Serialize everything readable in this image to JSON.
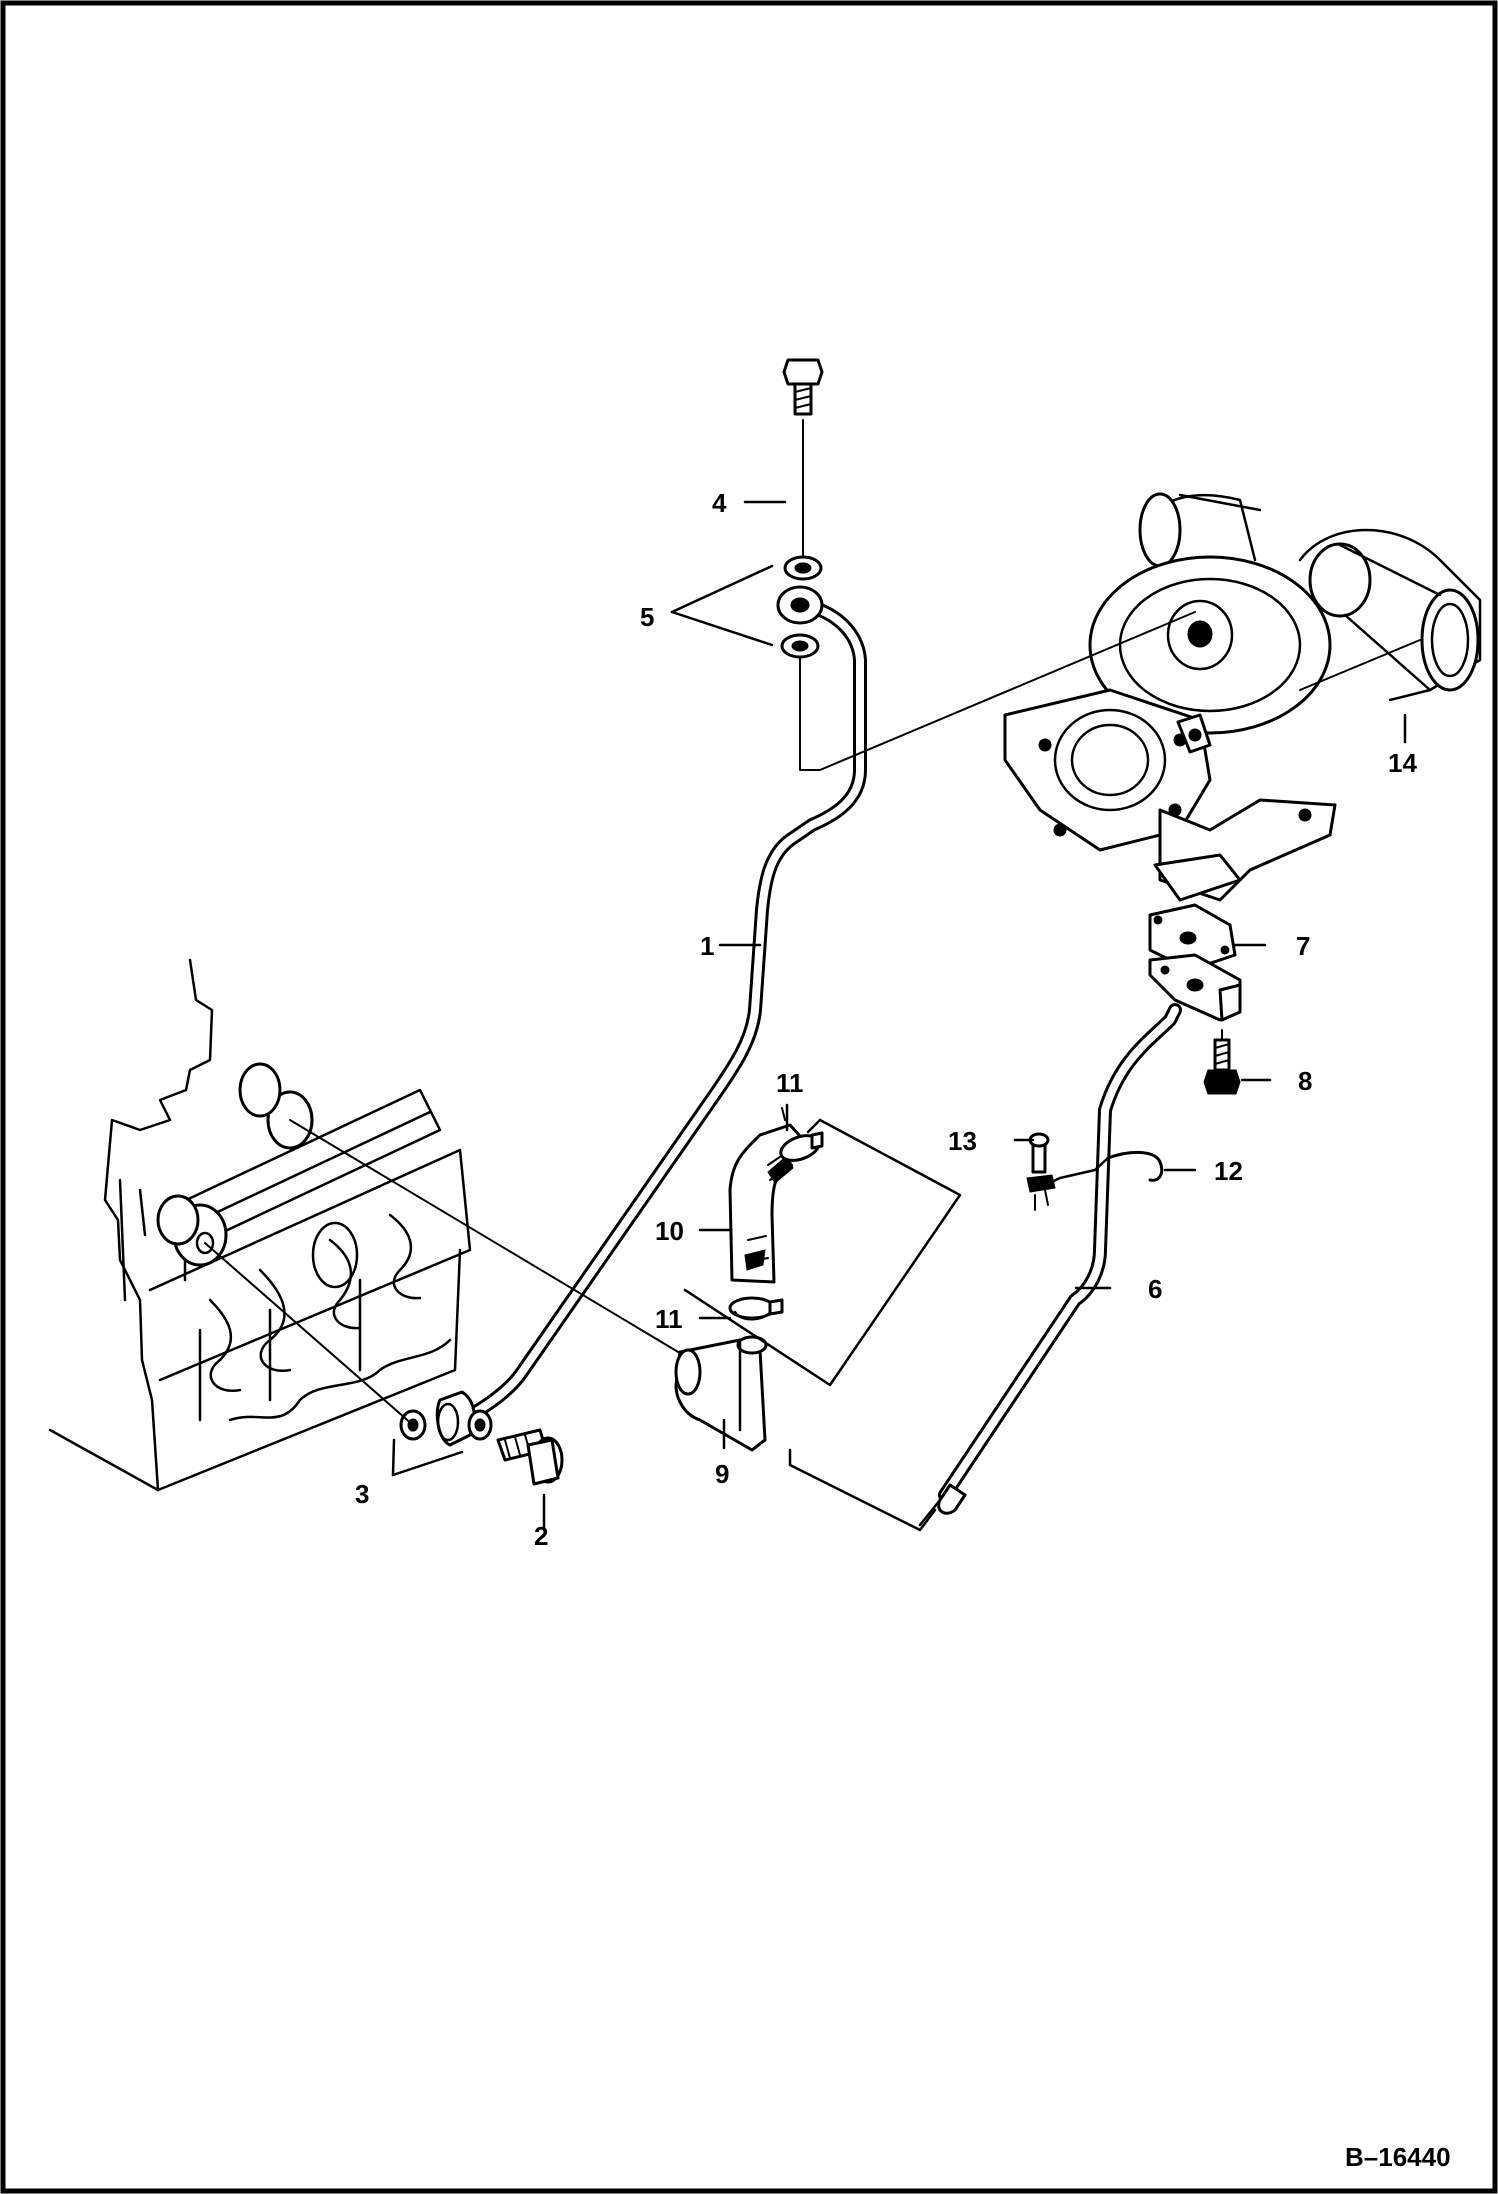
{
  "diagram": {
    "document_id": "B–16440",
    "callouts": [
      {
        "id": "1",
        "label": "1"
      },
      {
        "id": "2",
        "label": "2"
      },
      {
        "id": "3",
        "label": "3"
      },
      {
        "id": "4",
        "label": "4"
      },
      {
        "id": "5",
        "label": "5"
      },
      {
        "id": "6",
        "label": "6"
      },
      {
        "id": "7",
        "label": "7"
      },
      {
        "id": "8",
        "label": "8"
      },
      {
        "id": "9",
        "label": "9"
      },
      {
        "id": "10",
        "label": "10"
      },
      {
        "id": "11a",
        "label": "11"
      },
      {
        "id": "11b",
        "label": "11"
      },
      {
        "id": "12",
        "label": "12"
      },
      {
        "id": "13",
        "label": "13"
      },
      {
        "id": "14",
        "label": "14"
      }
    ]
  }
}
